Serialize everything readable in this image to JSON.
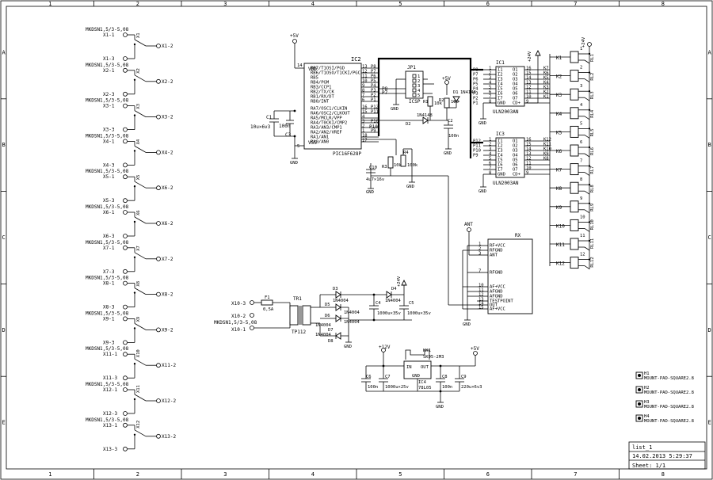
{
  "frame": {
    "columns": [
      "1",
      "2",
      "3",
      "4",
      "5",
      "6",
      "7",
      "8"
    ],
    "rows": [
      "A",
      "B",
      "C",
      "D",
      "E"
    ],
    "title_block": {
      "sheet_name": "list_1",
      "date": "14.02.2013 5:29:37",
      "sheet": "Sheet: 1/1"
    }
  },
  "switch_blocks": [
    {
      "connector": "MKDSN1,5/3-5,08",
      "pin1": "X1-1",
      "sw": "X1",
      "pin2": "X1-2",
      "pin3": "X1-3"
    },
    {
      "connector": "MKDSN1,5/3-5,08",
      "pin1": "X2-1",
      "sw": "X2",
      "pin2": "X2-2",
      "pin3": "X2-3"
    },
    {
      "connector": "MKDSN1,5/3-5,08",
      "pin1": "X3-1",
      "sw": "X3",
      "pin2": "X3-2",
      "pin3": "X3-3"
    },
    {
      "connector": "MKDSN1,5/3-5,08",
      "pin1": "X4-1",
      "sw": "X4",
      "pin2": "X4-2",
      "pin3": "X4-3"
    },
    {
      "connector": "MKDSN1,5/3-5,08",
      "pin1": "X5-1",
      "sw": "X5",
      "pin2": "X6-2",
      "pin3": "X5-3"
    },
    {
      "connector": "MKDSN1,5/3-5,08",
      "pin1": "X6-1",
      "sw": "X6",
      "pin2": "X6-2",
      "pin3": "X6-3"
    },
    {
      "connector": "MKDSN1,5/3-5,08",
      "pin1": "X7-1",
      "sw": "X7",
      "pin2": "X7-2",
      "pin3": "X7-3"
    },
    {
      "connector": "MKDSN1,5/3-5,08",
      "pin1": "X8-1",
      "sw": "X8",
      "pin2": "X8-2",
      "pin3": "X8-3"
    },
    {
      "connector": "MKDSN1,5/3-5,08",
      "pin1": "X9-1",
      "sw": "X9",
      "pin2": "X9-2",
      "pin3": "X9-3"
    },
    {
      "connector": "MKDSN1,5/3-5,08",
      "pin1": "X11-1",
      "sw": "X10",
      "pin2": "X11-2",
      "pin3": "X11-3"
    },
    {
      "connector": "MKDSN1,5/3-5,08",
      "pin1": "X12-1",
      "sw": "X11",
      "pin2": "X12-2",
      "pin3": "X12-3"
    },
    {
      "connector": "MKDSN1,5/3-5,08",
      "pin1": "X13-1",
      "sw": "X12",
      "pin2": "X13-2",
      "pin3": "X13-3"
    }
  ],
  "power_labels": {
    "p5v_top": "+5V",
    "p24v_ic1": "+24V",
    "p24v_relay": "+24V",
    "p5v_icsp": "+5V",
    "p24v_rect": "+24V",
    "p12v": "+12V",
    "p5v_reg": "+5V",
    "ant": "ANT"
  },
  "gnd_label": "GND",
  "ic2": {
    "ref": "IC2",
    "part": "PIC16F628P",
    "vdd": "VDD",
    "vss": "VSS",
    "pin_vdd": "14",
    "pin_vss": "5",
    "right_pins": [
      {
        "name": "RB7/T1OSI/PGD",
        "num": "13",
        "net": "P8"
      },
      {
        "name": "RB6/T1OSO/T1CKI/PGC",
        "num": "12",
        "net": "P7"
      },
      {
        "name": "RB5",
        "num": "11",
        "net": "P6"
      },
      {
        "name": "RB4/PGM",
        "num": "10",
        "net": "P5"
      },
      {
        "name": "RB3/CCP1",
        "num": "9",
        "net": "P4"
      },
      {
        "name": "RB2/TX/CK",
        "num": "8",
        "net": "P3"
      },
      {
        "name": "RB1/RX/DT",
        "num": "7",
        "net": "P2"
      },
      {
        "name": "RB0/INT",
        "num": "6",
        "net": "P1"
      },
      {
        "name": "RA7/OSC1/CLKIN",
        "num": "16",
        "net": "P12"
      },
      {
        "name": "RA6/OSC2/CLKOUT",
        "num": "15",
        "net": "P11"
      },
      {
        "name": "RA5/MCLR/VPP",
        "num": "4",
        "net": ""
      },
      {
        "name": "RA4/T0CKI/CMP2",
        "num": "3",
        "net": "P10"
      },
      {
        "name": "RA3/AN3/CMP1",
        "num": "2",
        "net": ""
      },
      {
        "name": "RA2/AN2/VREF",
        "num": "1",
        "net": "P9"
      },
      {
        "name": "RA1/AN1",
        "num": "18",
        "net": ""
      },
      {
        "name": "RA0/AN0",
        "num": "17",
        "net": ""
      }
    ]
  },
  "bus_nets": {
    "p8": "P8",
    "p7": "P7",
    "p10": "P10"
  },
  "decoupling": {
    "c1_ref": "C1",
    "c1_val": "10u×6v3",
    "c3_val": "100n",
    "c3_ref": "C3"
  },
  "icsp": {
    "ref": "JP1",
    "label": "ICSP",
    "pins": [
      "1",
      "2",
      "3",
      "4",
      "5"
    ]
  },
  "icsp_parts": {
    "r1_ref": "R1",
    "r1_val": "10k",
    "r2_ref": "R2",
    "r2_val": "100",
    "d1_ref": "D1",
    "d1_val": "1N4148",
    "d2_ref": "D2",
    "d2_val": "1N4148",
    "c2_ref": "C2",
    "c2_val": "100n"
  },
  "mid_parts": {
    "r3_ref": "R3",
    "r3_val": "10k",
    "r4_ref": "R4",
    "r4_val": "100k",
    "c10_ref": "C10",
    "c10_val": "4u7×16v"
  },
  "ic1": {
    "ref": "IC1",
    "part": "ULN2003AN",
    "left": [
      {
        "net": "P8",
        "pin": "1",
        "n": "I1"
      },
      {
        "net": "P7",
        "pin": "2",
        "n": "I2"
      },
      {
        "net": "P6",
        "pin": "3",
        "n": "I3"
      },
      {
        "net": "P5",
        "pin": "4",
        "n": "I4"
      },
      {
        "net": "P4",
        "pin": "5",
        "n": "I5"
      },
      {
        "net": "P3",
        "pin": "6",
        "n": "I6"
      },
      {
        "net": "P2",
        "pin": "7",
        "n": "I7"
      },
      {
        "net": "P1",
        "pin": "8",
        "n": "GND"
      }
    ],
    "right": [
      {
        "n": "O1",
        "pin": "16",
        "net": "K7"
      },
      {
        "n": "O2",
        "pin": "15",
        "net": "K6"
      },
      {
        "n": "O3",
        "pin": "14",
        "net": "K5"
      },
      {
        "n": "O4",
        "pin": "13",
        "net": "K4"
      },
      {
        "n": "O5",
        "pin": "12",
        "net": "K3"
      },
      {
        "n": "O6",
        "pin": "11",
        "net": "K2"
      },
      {
        "n": "O7",
        "pin": "10",
        "net": "K1"
      },
      {
        "n": "CD+",
        "pin": "9",
        "net": ""
      }
    ]
  },
  "ic3": {
    "ref": "IC3",
    "part": "ULN2003AN",
    "left": [
      {
        "net": "P12",
        "pin": "1",
        "n": "I1"
      },
      {
        "net": "P11",
        "pin": "2",
        "n": "I2"
      },
      {
        "net": "P10",
        "pin": "3",
        "n": "I3"
      },
      {
        "net": "P9",
        "pin": "4",
        "n": "I4"
      },
      {
        "net": "",
        "pin": "5",
        "n": "I5"
      },
      {
        "net": "",
        "pin": "6",
        "n": "I6"
      },
      {
        "net": "",
        "pin": "7",
        "n": "I7"
      },
      {
        "net": "",
        "pin": "8",
        "n": "GND"
      }
    ],
    "right": [
      {
        "n": "O1",
        "pin": "16",
        "net": "K12"
      },
      {
        "n": "O2",
        "pin": "15",
        "net": "K11"
      },
      {
        "n": "O3",
        "pin": "14",
        "net": "K10"
      },
      {
        "n": "O4",
        "pin": "13",
        "net": "K9"
      },
      {
        "n": "O5",
        "pin": "12",
        "net": "K8"
      },
      {
        "n": "O6",
        "pin": "11",
        "net": ""
      },
      {
        "n": "O7",
        "pin": "10",
        "net": ""
      },
      {
        "n": "CD+",
        "pin": "9",
        "net": ""
      }
    ]
  },
  "relays": [
    {
      "ref": "K1",
      "num": "1",
      "name": "RL1"
    },
    {
      "ref": "K2",
      "num": "2",
      "name": "RL2"
    },
    {
      "ref": "K3",
      "num": "3",
      "name": "RL3"
    },
    {
      "ref": "K4",
      "num": "4",
      "name": "RL4"
    },
    {
      "ref": "K5",
      "num": "5",
      "name": "RL5"
    },
    {
      "ref": "K6",
      "num": "6",
      "name": "RL6"
    },
    {
      "ref": "K7",
      "num": "7",
      "name": "RL7"
    },
    {
      "ref": "K8",
      "num": "8",
      "name": "RL8"
    },
    {
      "ref": "K9",
      "num": "9",
      "name": "RL9"
    },
    {
      "ref": "K10",
      "num": "10",
      "name": "RL10"
    },
    {
      "ref": "K11",
      "num": "11",
      "name": "RL11"
    },
    {
      "ref": "K12",
      "num": "12",
      "name": "RL12"
    }
  ],
  "rx": {
    "ref": "RX",
    "pins": [
      {
        "num": "1",
        "name": "RF+VCC"
      },
      {
        "num": "2",
        "name": "RFGND"
      },
      {
        "num": "3",
        "name": "ANT"
      },
      {
        "num": "7",
        "name": "RFGND"
      },
      {
        "num": "10",
        "name": "AF+VCC"
      },
      {
        "num": "11",
        "name": "AFGND"
      },
      {
        "num": "12",
        "name": "AFGND"
      },
      {
        "num": "13",
        "name": "TESTPOINT"
      },
      {
        "num": "14",
        "name": "OUT"
      },
      {
        "num": "15",
        "name": "AF+VCC"
      }
    ]
  },
  "power_supply": {
    "x10_3": "X10-3",
    "x10_2": "X10-2",
    "x10_conn": "MKDSN1,5/3-5,08",
    "x10_1": "X10-1",
    "f1_ref": "F1",
    "f1_val": "0,5A",
    "tr_ref": "TR1",
    "tr_val": "TP112",
    "d3_ref": "D3",
    "d3_val": "1N4004",
    "d4_ref": "D4",
    "d4_val": "1N4004",
    "d5_ref": "D5",
    "d5_val": "1N4004",
    "d6_ref": "D6",
    "d6_val": "1N4004",
    "d7_ref": "D7",
    "d7_val": "1N4004",
    "d8_ref": "D8",
    "d8_val": "1N4004",
    "c4_ref": "C4",
    "c4_val": "1000u×35v",
    "c5_ref": "C5",
    "c5_val": "1000u×35v"
  },
  "regulator": {
    "kk_ref": "KK1",
    "kk_val": "SK95-2M3",
    "ic_ref": "IC4",
    "ic_val": "78L05",
    "in": "IN",
    "out": "OUT",
    "gnd": "GND",
    "c6_ref": "C6",
    "c6_val": "100n",
    "c7_ref": "C7",
    "c7_val": "1000u×25v",
    "c8_ref": "C8",
    "c8_val": "100n",
    "c9_ref": "C9",
    "c9_val": "220u×6v3"
  },
  "mounts": [
    {
      "ref": "H1",
      "val": "MOUNT-PAD-SQUARE2.8"
    },
    {
      "ref": "H2",
      "val": "MOUNT-PAD-SQUARE2.8"
    },
    {
      "ref": "H3",
      "val": "MOUNT-PAD-SQUARE2.8"
    },
    {
      "ref": "H4",
      "val": "MOUNT-PAD-SQUARE2.8"
    }
  ]
}
